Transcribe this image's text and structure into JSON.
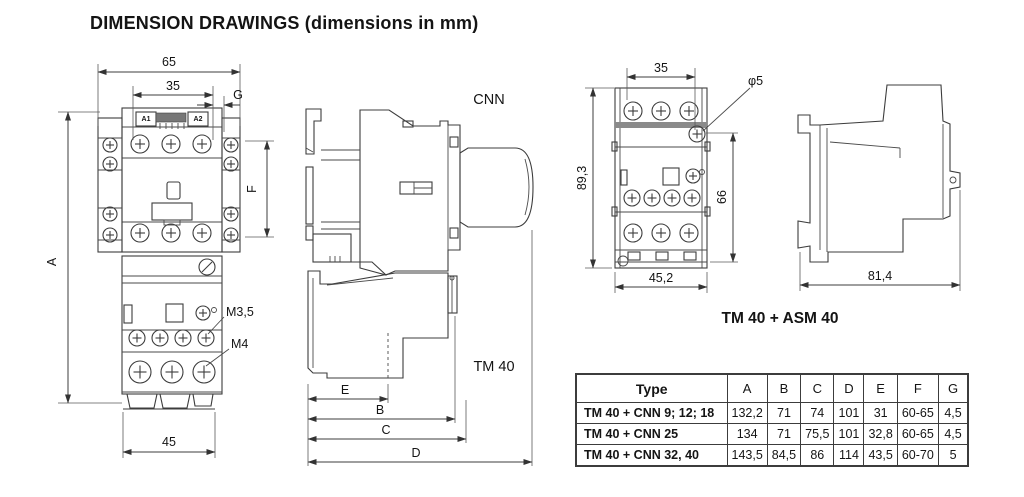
{
  "title": "DIMENSION DRAWINGS (dimensions in mm)",
  "colors": {
    "ink": "#3c3c3c",
    "text": "#141414",
    "strip": "#8a8a8a"
  },
  "cnn_front": {
    "dim_width_outer": "65",
    "dim_width_inner": "35",
    "dim_gap": "G",
    "dim_height": "A",
    "dim_mount": "F",
    "dim_bottom_width": "45",
    "terminal_a1": "A1",
    "terminal_a2": "A2",
    "screw_aux": "M3,5",
    "screw_main": "M4"
  },
  "cnn_side": {
    "contactor_label": "CNN",
    "relay_label": "TM 40",
    "dim_e": "E",
    "dim_b": "B",
    "dim_c": "C",
    "dim_d": "D"
  },
  "asm_front": {
    "dim_top": "35",
    "dim_height": "89,3",
    "dim_right": "66",
    "dim_bottom": "45,2",
    "dim_hole": "φ5"
  },
  "asm_side": {
    "dim_depth": "81,4"
  },
  "asm_caption": "TM 40 + ASM 40",
  "table": {
    "headers": [
      "Type",
      "A",
      "B",
      "C",
      "D",
      "E",
      "F",
      "G"
    ],
    "rows": [
      {
        "type": "TM 40 + CNN 9; 12; 18",
        "A": "132,2",
        "B": "71",
        "C": "74",
        "D": "101",
        "E": "31",
        "F": "60-65",
        "G": "4,5"
      },
      {
        "type": "TM 40 + CNN 25",
        "A": "134",
        "B": "71",
        "C": "75,5",
        "D": "101",
        "E": "32,8",
        "F": "60-65",
        "G": "4,5"
      },
      {
        "type": "TM 40 + CNN 32, 40",
        "A": "143,5",
        "B": "84,5",
        "C": "86",
        "D": "114",
        "E": "43,5",
        "F": "60-70",
        "G": "5"
      }
    ]
  }
}
